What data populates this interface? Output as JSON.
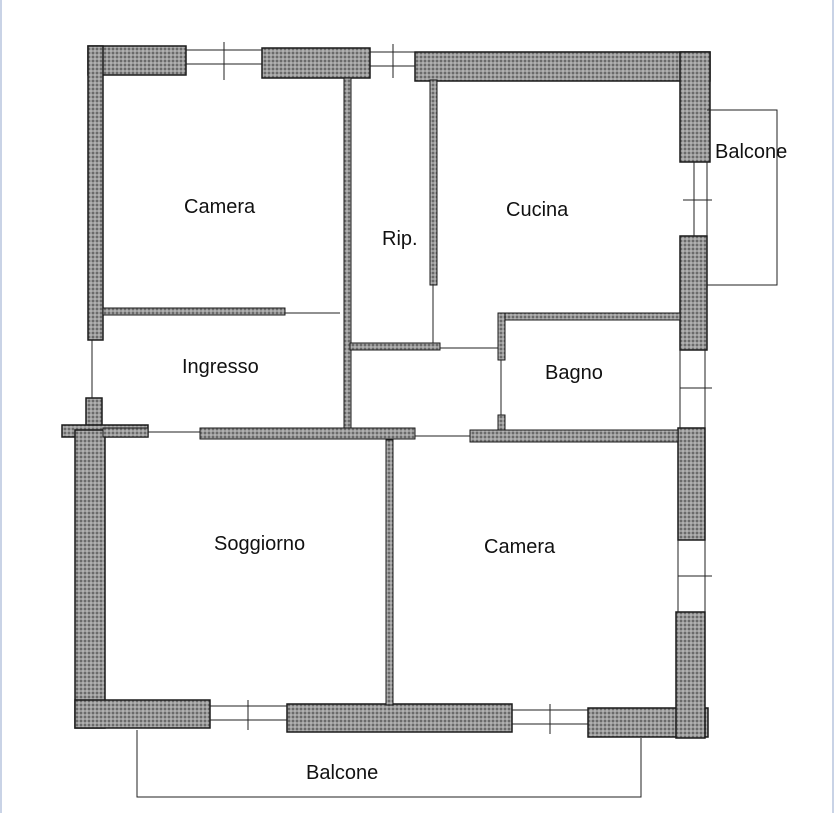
{
  "plan": {
    "rooms": {
      "camera_top": "Camera",
      "ripostiglio": "Rip.",
      "cucina": "Cucina",
      "balcone_right": "Balcone",
      "ingresso": "Ingresso",
      "bagno": "Bagno",
      "soggiorno": "Soggiorno",
      "camera_bottom": "Camera",
      "balcone_bottom": "Balcone"
    },
    "colors": {
      "wall_fill": "#8c8c8c",
      "wall_stroke": "#1a1a1a",
      "line": "#222222"
    }
  }
}
